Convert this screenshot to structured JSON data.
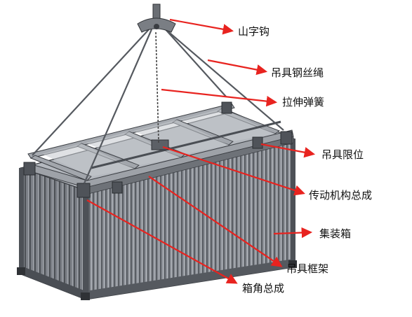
{
  "labels": {
    "hook": "山字钩",
    "wire_rope": "吊具钢丝绳",
    "spring": "拉伸弹簧",
    "limiter": "吊具限位",
    "drive": "传动机构总成",
    "container": "集装箱",
    "frame": "吊具框架",
    "corner": "箱角总成"
  },
  "colors": {
    "arrow": "#e8231f",
    "steel_dark": "#3a3d42",
    "steel_mid": "#6b6f76",
    "steel_light": "#a9adb3",
    "steel_face": "#8d9198",
    "background": "#ffffff"
  }
}
